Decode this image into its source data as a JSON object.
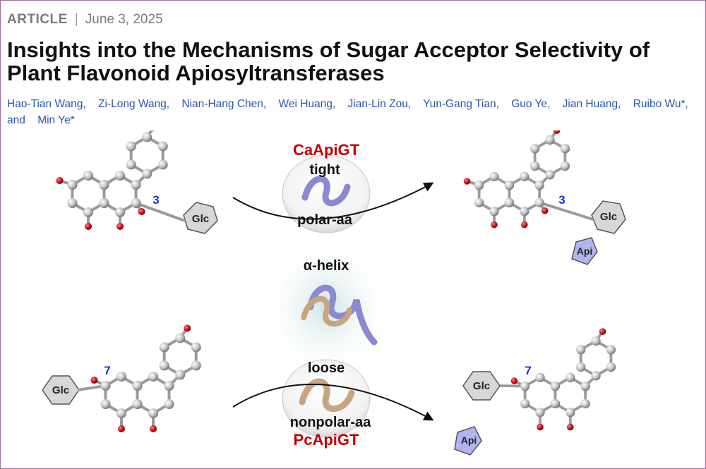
{
  "article": {
    "type": "ARTICLE",
    "separator": "|",
    "date": "June 3, 2025",
    "title": "Insights into the Mechanisms of Sugar Acceptor Selectivity of Plant Flavonoid Apiosyltransferases",
    "authors": [
      "Hao-Tian Wang,",
      "Zi-Long Wang,",
      "Nian-Hang Chen,",
      "Wei Huang,",
      "Jian-Lin Zou,",
      "Yun-Gang Tian,",
      "Guo Ye,",
      "Jian Huang,",
      "Ruibo Wu*,",
      "and",
      "Min Ye*"
    ]
  },
  "figure": {
    "top_enzyme": "CaApiGT",
    "top_state": "tight",
    "top_residue": "polar-aa",
    "middle_label": "α-helix",
    "bottom_state": "loose",
    "bottom_residue": "nonpolar-aa",
    "bottom_enzyme": "PcApiGT",
    "top_position": "3",
    "bottom_position": "7",
    "sugar_glc": "Glc",
    "sugar_api": "Api",
    "colors": {
      "enzyme_label": "#c00000",
      "position_label": "#1a2fd0",
      "oxygen": "#c8141c",
      "carbon": "#bdbdbd",
      "api_fill": "#b3b3ee",
      "helix_tight": "#8a8ad0",
      "helix_loose": "#c9a57f"
    }
  }
}
